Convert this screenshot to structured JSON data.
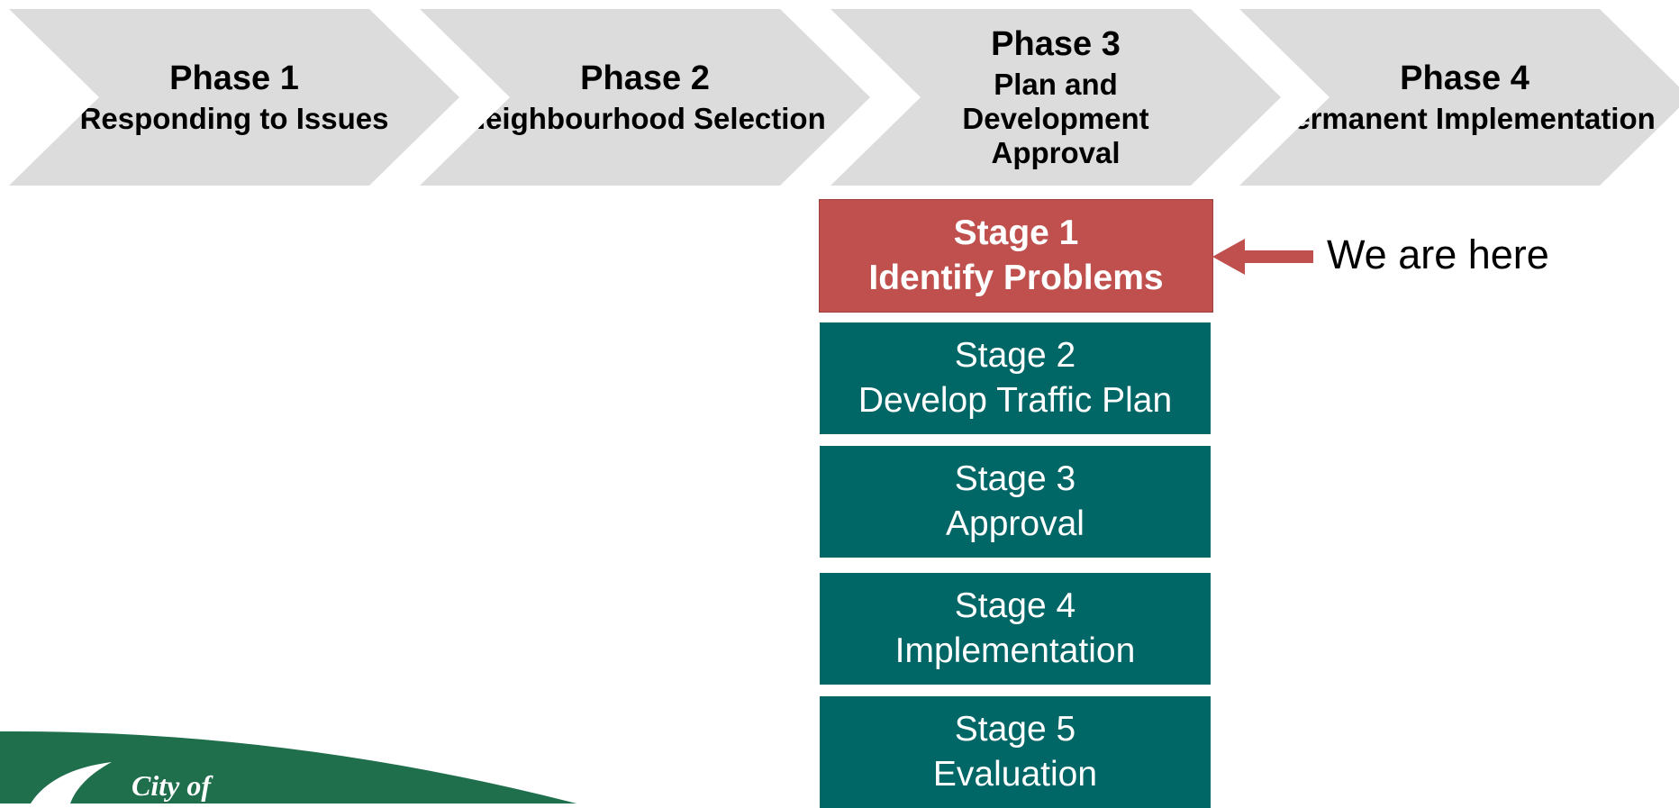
{
  "phases": [
    {
      "title": "Phase 1",
      "subtitle": "Responding to Issues"
    },
    {
      "title": "Phase 2",
      "subtitle": "Neighbourhood Selection"
    },
    {
      "title": "Phase 3",
      "subtitle": "Plan and Development Approval"
    },
    {
      "title": "Phase 4",
      "subtitle": "Permanent Implementation"
    }
  ],
  "stages": [
    {
      "label": "Stage 1",
      "name": "Identify Problems",
      "current": true
    },
    {
      "label": "Stage 2",
      "name": "Develop Traffic Plan",
      "current": false
    },
    {
      "label": "Stage 3",
      "name": "Approval",
      "current": false
    },
    {
      "label": "Stage 4",
      "name": "Implementation",
      "current": false
    },
    {
      "label": "Stage 5",
      "name": "Evaluation",
      "current": false
    }
  ],
  "indicator": {
    "text": "We are here"
  },
  "logo": {
    "text": "City of",
    "icon": "leaf-logo-icon"
  },
  "colors": {
    "phase_fill": "#dcdcdc",
    "stage_fill": "#006666",
    "current_stage_fill": "#c0504d",
    "arrow": "#c0504d",
    "logo_band": "#1f6e4c"
  }
}
